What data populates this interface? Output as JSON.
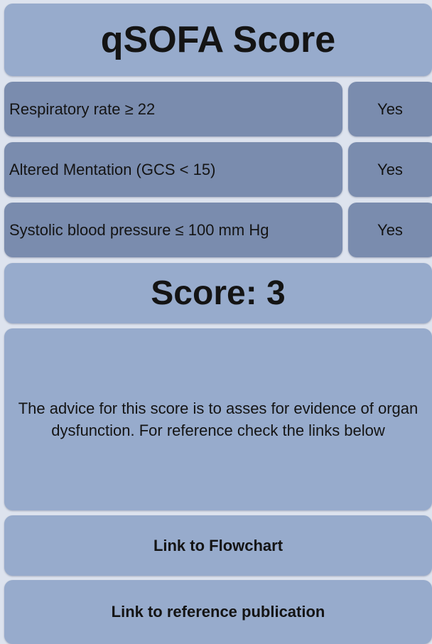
{
  "title": "qSOFA Score",
  "criteria": [
    {
      "label": "Respiratory rate ≥ 22",
      "answer": "Yes"
    },
    {
      "label": "Altered Mentation (GCS < 15)",
      "answer": "Yes"
    },
    {
      "label": "Systolic blood pressure ≤ 100 mm Hg",
      "answer": "Yes"
    }
  ],
  "score": {
    "label": "Score: 3",
    "value": 3
  },
  "advice": "The advice for this score is to asses for evidence of organ dysfunction. For reference check the links below",
  "links": {
    "flowchart": "Link to Flowchart",
    "publication": "Link to reference publication"
  },
  "colors": {
    "background": "#dde3ee",
    "panel_light": "#97abcc",
    "panel_dark": "#7a8cae",
    "text": "#141414"
  }
}
